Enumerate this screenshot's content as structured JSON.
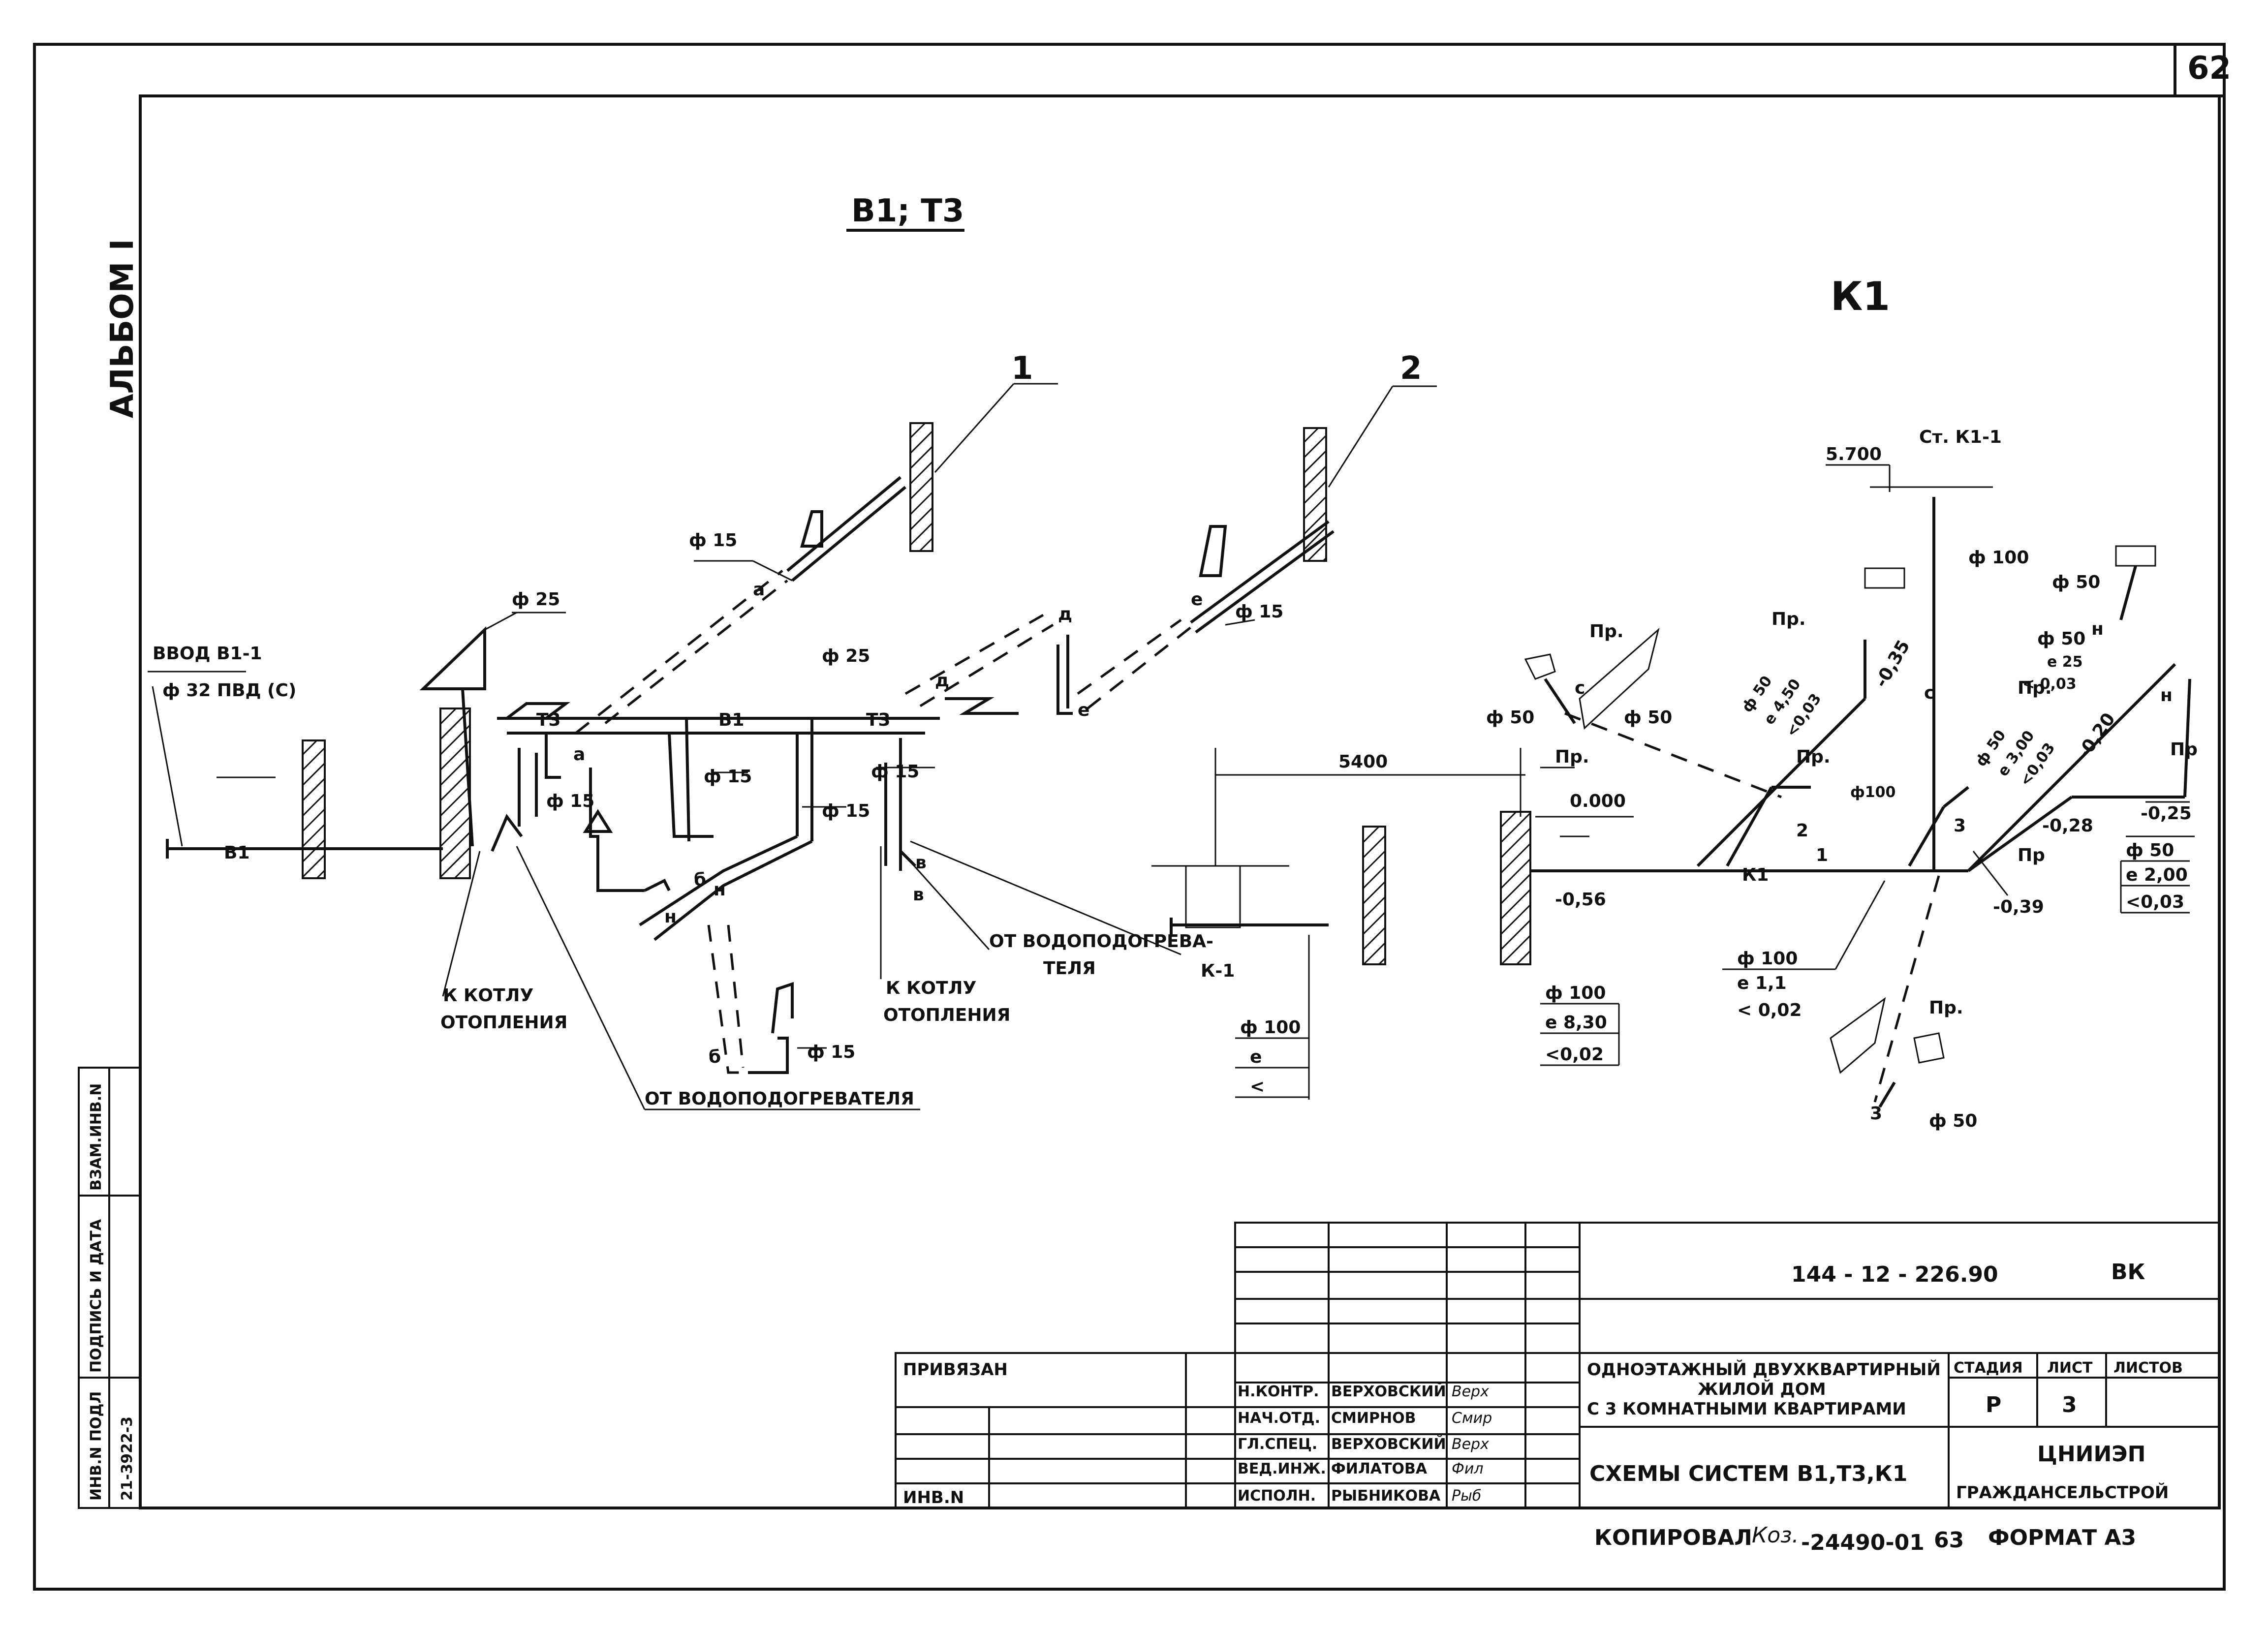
{
  "sheet_number": "62",
  "album": "АЛЬБОМ I",
  "side_stamps": {
    "inv_podl": "ИНВ.N ПОДЛ",
    "podpis_data": "ПОДПИСЬ И ДАТА",
    "vzam_inv": "ВЗАМ.ИНВ.N",
    "inv_value": "21-3922-3"
  },
  "section_titles": {
    "b1_t3": "В1; Т3",
    "k1": "К1"
  },
  "b1t3_labels": {
    "inlet_title": "ВВОД В1-1",
    "inlet_pipe": "ф 32 ПВД (С)",
    "b1_line": "В1",
    "b1_main": "В1",
    "t3_main_1": "Т3",
    "t3_main_2": "Т3",
    "d25_1": "ф 25",
    "d25_2": "ф 25",
    "d15_list": [
      "ф 15",
      "ф 15",
      "ф 15",
      "ф 15",
      "ф 15",
      "ф 15",
      "ф 15"
    ],
    "callout_1": "1",
    "callout_2": "2",
    "to_boiler_1a": "К КОТЛУ",
    "to_boiler_1b": "ОТОПЛЕНИЯ",
    "to_boiler_2a": "К КОТЛУ",
    "to_boiler_2b": "ОТОПЛЕНИЯ",
    "from_heater_1": "ОТ ВОДОПОДОГРЕВАТЕЛЯ",
    "from_heater_2a": "ОТ ВОДОПОДОГРЕВА-",
    "from_heater_2b": "ТЕЛЯ",
    "letters": [
      "а",
      "а",
      "б",
      "б",
      "в",
      "в",
      "д",
      "д",
      "е",
      "е",
      "н",
      "н"
    ]
  },
  "k1_labels": {
    "riser": "Ст. К1-1",
    "elev_top": "5.700",
    "dim_5400": "5400",
    "k1_outlet": "К-1",
    "k1_line": "К1",
    "elev_0000": "0.000",
    "elev_056": "-0,56",
    "elev_035": "-0,35",
    "elev_020": "-0,20",
    "elev_028": "-0,28",
    "elev_025": "-0,25",
    "elev_039": "-0,39",
    "pr": [
      "Пр.",
      "Пр.",
      "Пр.",
      "Пр.",
      "Пр.",
      "Пр",
      "Пр",
      "Пр."
    ],
    "d50": [
      "ф 50",
      "ф 50",
      "ф 50",
      "ф 50"
    ],
    "d100": [
      "ф 100",
      "ф100"
    ],
    "numbers": [
      "1",
      "2",
      "3",
      "3"
    ],
    "letters": [
      "с",
      "с",
      "н",
      "н"
    ]
  },
  "legend_boxes": {
    "outlet": [
      "ф 100",
      "е",
      "<"
    ],
    "main": [
      "ф 100",
      "е 8,30",
      "<0,02"
    ],
    "branch_under": [
      "ф 100",
      "е 1,1",
      "< 0,02"
    ],
    "right": [
      "ф 50",
      "е 2,00",
      "<0,03"
    ],
    "br1": [
      "ф 50",
      "е 4,50",
      "<0,03"
    ],
    "br2": [
      "ф 50",
      "е 3,00",
      "<0,03"
    ],
    "br3": [
      "ф 50",
      "е 25",
      "< 0,03"
    ]
  },
  "title_block": {
    "doc_code": "144 - 12 - 226.90",
    "doc_mark": "ВК",
    "privyazan": "ПРИВЯЗАН",
    "inv_n": "ИНВ.N",
    "roles": [
      {
        "role": "Н.КОНТР.",
        "name": "ВЕРХОВСКИЙ",
        "sign": "Верх"
      },
      {
        "role": "НАЧ.ОТД.",
        "name": "СМИРНОВ",
        "sign": "Смир"
      },
      {
        "role": "ГЛ.СПЕЦ.",
        "name": "ВЕРХОВСКИЙ",
        "sign": "Верх"
      },
      {
        "role": "ВЕД.ИНЖ.",
        "name": "ФИЛАТОВА",
        "sign": "Фил"
      },
      {
        "role": "ИСПОЛН.",
        "name": "РЫБНИКОВА",
        "sign": "Рыб"
      }
    ],
    "object_line1": "ОДНОЭТАЖНЫЙ ДВУХКВАРТИРНЫЙ",
    "object_line2": "ЖИЛОЙ ДОМ",
    "object_line3": "С 3 КОМНАТНЫМИ КВАРТИРАМИ",
    "drawing_title": "СХЕМЫ СИСТЕМ В1,Т3,К1",
    "stage_label": "СТАДИЯ",
    "sheet_label": "ЛИСТ",
    "sheets_label": "ЛИСТОВ",
    "stage_value": "Р",
    "sheet_value": "3",
    "sheets_value": "",
    "org_line1": "ЦНИИЭП",
    "org_line2": "ГРАЖДАНСЕЛЬСТРОЙ"
  },
  "footer": {
    "copied": "КОПИРОВАЛ",
    "copier_sign": "Коз.",
    "order_no": "-24490-01",
    "page": "63",
    "format": "ФОРМАТ А3"
  }
}
